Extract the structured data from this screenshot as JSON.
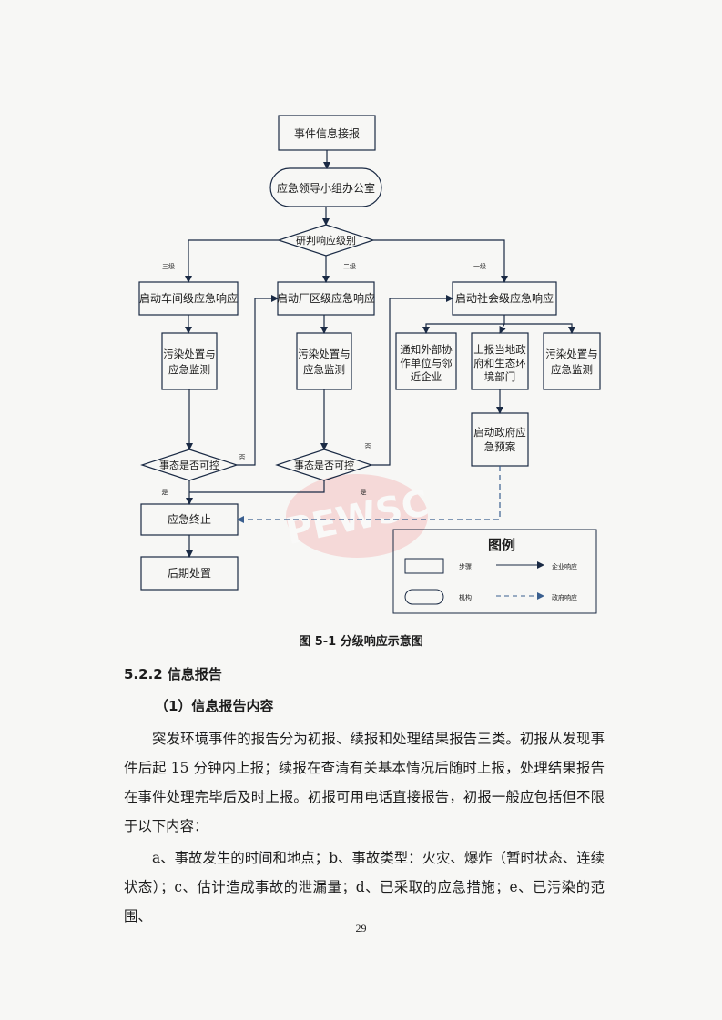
{
  "flowchart": {
    "nodes": {
      "report_receive": "事件信息接报",
      "office": "应急领导小组办公室",
      "judge": "研判响应级别",
      "workshop_resp": "启动车间级应急响应",
      "plant_resp": "启动厂区级应急响应",
      "society_resp": "启动社会级应急响应",
      "pollution1": [
        "污染处置与",
        "应急监测"
      ],
      "pollution2": [
        "污染处置与",
        "应急监测"
      ],
      "notify_external": [
        "通知外部协",
        "作单位与邻",
        "近企业"
      ],
      "report_gov": [
        "上报当地政",
        "府和生态环",
        "境部门"
      ],
      "pollution3": [
        "污染处置与",
        "应急监测"
      ],
      "start_gov_plan": [
        "启动政府应",
        "急预案"
      ],
      "control1": "事态是否可控",
      "control2": "事态是否可控",
      "terminate": "应急终止",
      "aftermath": "后期处置"
    },
    "edge_labels": {
      "level3": "三级",
      "level2": "二级",
      "level1": "一级",
      "no1": "否",
      "no2": "否",
      "yes1": "是",
      "yes2": "是"
    },
    "legend": {
      "title": "图例",
      "step": "步骤",
      "org": "机构",
      "enterprise_resp": "企业响应",
      "gov_resp": "政府响应"
    },
    "watermark": "PEWSC"
  },
  "caption": "图 5-1  分级响应示意图",
  "section_heading": "5.2.2 信息报告",
  "sub_heading": "（1）信息报告内容",
  "paragraphs": [
    "突发环境事件的报告分为初报、续报和处理结果报告三类。初报从发现事件后起 15 分钟内上报；续报在查清有关基本情况后随时上报，处理结果报告在事件处理完毕后及时上报。初报可用电话直接报告，初报一般应包括但不限于以下内容：",
    "a、事故发生的时间和地点；b、事故类型：火灾、爆炸（暂时状态、连续状态）；c、估计造成事故的泄漏量；d、已采取的应急措施；e、已污染的范围、"
  ],
  "page_number": "29"
}
